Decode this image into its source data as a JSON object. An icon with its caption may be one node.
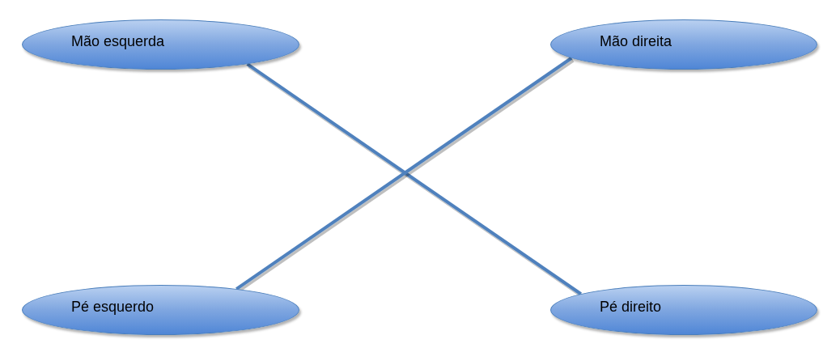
{
  "diagram": {
    "nodes": [
      {
        "text": [
          "Mão esquerda"
        ]
      },
      {
        "text": [
          "Mão direita"
        ]
      },
      {
        "text": [
          "Pé esquerdo"
        ]
      },
      {
        "text": [
          "Pé direito"
        ]
      }
    ],
    "edges": [
      {
        "from": 0,
        "to": 3,
        "arrow": "none"
      },
      {
        "from": 1,
        "to": 2,
        "arrow": "none"
      }
    ]
  }
}
